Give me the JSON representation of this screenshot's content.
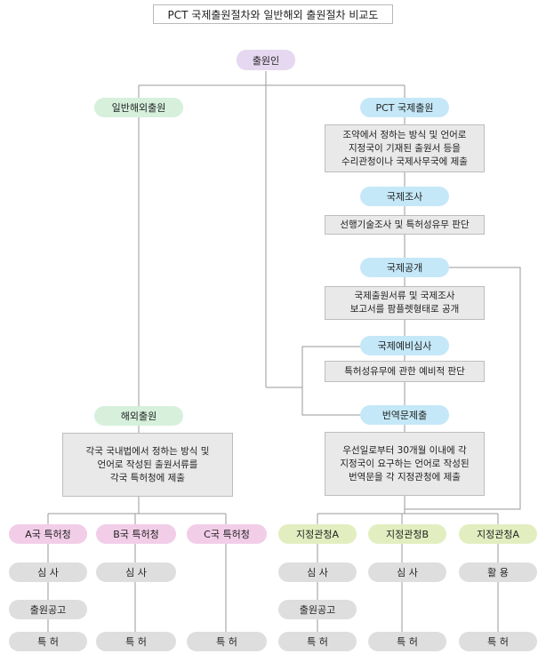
{
  "title": "PCT 국제출원절차와 일반해외 출원절차 비교도",
  "root": "출원인",
  "general": {
    "label": "일반해외출원",
    "overseas": "해외출원",
    "overseas_desc": "각국 국내법에서 정하는 방식 및\n언어로 작성된 출원서류를\n각국 특허청에 제출",
    "offices": [
      "A국 특허청",
      "B국 특허청",
      "C국 특허청"
    ],
    "steps": {
      "exam": "심   사",
      "publication": "출원공고",
      "patent": "특   허"
    }
  },
  "pct": {
    "label": "PCT 국제출원",
    "filing_desc": "조약에서 정하는 방식 및 언어로\n지정국이 기재된 출원서 등을\n수리관청이나 국제사무국에 제출",
    "search": "국제조사",
    "search_desc": "선행기술조사 및 특허성유무 판단",
    "publication": "국제공개",
    "publication_desc": "국제출원서류 및 국제조사\n보고서를 팜플렛형태로 공개",
    "prelim": "국제예비심사",
    "prelim_desc": "특허성유무에 관한 예비적 판단",
    "translation": "번역문제출",
    "translation_desc": "우선일로부터 30개월 이내에 각\n지정국이 요구하는 언어로 작성된\n번역문을 각 지정관청에 제출",
    "offices": [
      "지정관청A",
      "지정관청B",
      "지정관청A"
    ],
    "steps": {
      "exam": "심   사",
      "publication": "출원공고",
      "use": "활   용",
      "patent": "특   허"
    }
  }
}
